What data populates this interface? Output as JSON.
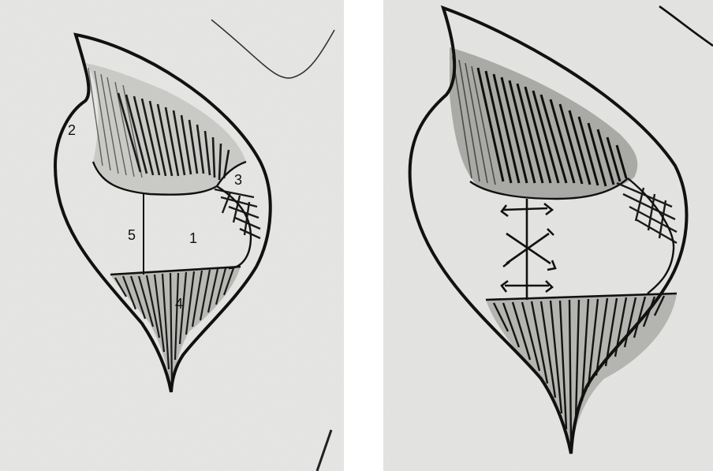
{
  "figure": {
    "left_panel": {
      "labels": [
        {
          "id": "1",
          "text": "1"
        },
        {
          "id": "2",
          "text": "2"
        },
        {
          "id": "3",
          "text": "3"
        },
        {
          "id": "4",
          "text": "4"
        },
        {
          "id": "5",
          "text": "5"
        }
      ]
    },
    "right_panel": {
      "suture_count": 3
    }
  }
}
